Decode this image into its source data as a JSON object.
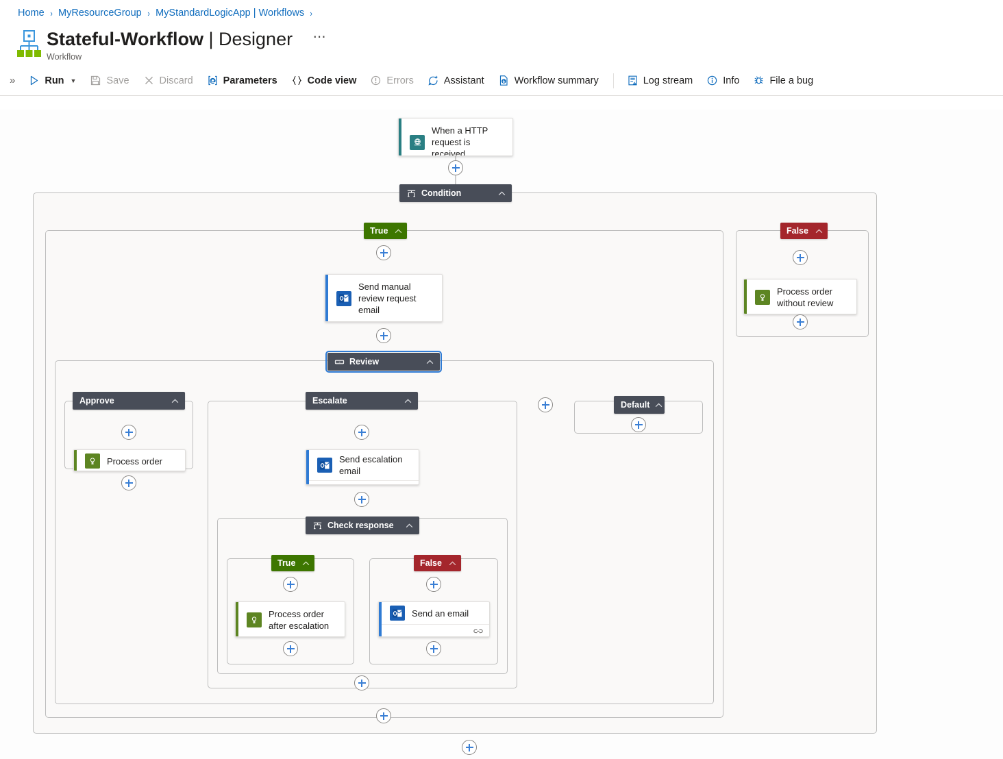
{
  "breadcrumb": {
    "items": [
      {
        "label": "Home"
      },
      {
        "label": "MyResourceGroup"
      },
      {
        "label": "MyStandardLogicApp | Workflows"
      }
    ],
    "separator": "›"
  },
  "header": {
    "title_name": "Stateful-Workflow",
    "title_sep": " | ",
    "title_page": "Designer",
    "ellipsis": "⋯",
    "subtitle": "Workflow",
    "icon": "logic-app-workflow-icon"
  },
  "toolbar": {
    "collapse_icon": "chevron-double-right-icon",
    "items": [
      {
        "label": "Run",
        "icon": "play-icon",
        "disabled": false,
        "caret": true
      },
      {
        "label": "Save",
        "icon": "save-icon",
        "disabled": true,
        "caret": false
      },
      {
        "label": "Discard",
        "icon": "discard-x-icon",
        "disabled": true,
        "caret": false
      },
      {
        "label": "Parameters",
        "icon": "parameters-at-icon",
        "disabled": false,
        "caret": false
      },
      {
        "label": "Code view",
        "icon": "code-braces-icon",
        "disabled": false,
        "caret": false
      },
      {
        "label": "Errors",
        "icon": "errors-alert-icon",
        "disabled": true,
        "caret": false
      },
      {
        "label": "Assistant",
        "icon": "assistant-sparkle-icon",
        "disabled": false,
        "caret": false
      },
      {
        "label": "Workflow summary",
        "icon": "workflow-summary-icon",
        "disabled": false,
        "caret": false
      }
    ],
    "items_right": [
      {
        "label": "Log stream",
        "icon": "log-stream-icon",
        "disabled": false
      },
      {
        "label": "Info",
        "icon": "info-circle-icon",
        "disabled": false
      },
      {
        "label": "File a bug",
        "icon": "bug-icon",
        "disabled": false
      }
    ]
  },
  "colors": {
    "accent_blue": "#0f6cbd",
    "plus_blue": "#3a7fd5",
    "scope_header": "#484d58",
    "badge_true": "#3d7600",
    "badge_false": "#a4262c",
    "trigger_teal": "#2a7f83",
    "outlook_blue": "#0f6cbd",
    "control_green": "#5d8522",
    "scope_bg": "#faf9f8",
    "scope_border": "#bdbdbd"
  },
  "canvas": {
    "trigger": {
      "label": "When a HTTP request is received",
      "icon": "http-request-trigger-icon",
      "accent": "#2a7f83",
      "icon_bg": "#2a7f83",
      "has_footer": false
    },
    "condition": {
      "label": "Condition",
      "icon": "condition-icon",
      "selected": false,
      "chevron": "chevron-up-icon"
    },
    "branch_true": {
      "label": "True",
      "color": "#3d7600",
      "chevron": "chevron-up-icon"
    },
    "branch_false": {
      "label": "False",
      "color": "#a4262c",
      "chevron": "chevron-up-icon"
    },
    "actions": {
      "send_manual_review": {
        "label": "Send manual review request email",
        "icon": "outlook-icon",
        "accent": "#2f7bd4",
        "icon_bg": "#1a5fb4",
        "has_footer": true,
        "footer_icon": "connection-link-icon"
      },
      "process_without_review": {
        "label": "Process order without review",
        "icon": "compose-icon",
        "accent": "#5d8522",
        "icon_bg": "#5d8522",
        "has_footer": false
      },
      "process_order": {
        "label": "Process order",
        "icon": "compose-icon",
        "accent": "#5d8522",
        "icon_bg": "#5d8522",
        "has_footer": false
      },
      "send_escalation_email": {
        "label": "Send escalation email",
        "icon": "outlook-icon",
        "accent": "#2f7bd4",
        "icon_bg": "#1a5fb4",
        "has_footer": true,
        "footer_icon": "connection-link-icon"
      },
      "process_after_escalation": {
        "label": "Process order after escalation",
        "icon": "compose-icon",
        "accent": "#5d8522",
        "icon_bg": "#5d8522",
        "has_footer": false
      },
      "send_an_email": {
        "label": "Send an email",
        "icon": "outlook-icon",
        "accent": "#2f7bd4",
        "icon_bg": "#1a5fb4",
        "has_footer": true,
        "footer_icon": "connection-link-icon"
      }
    },
    "switch": {
      "label": "Review",
      "icon": "switch-icon",
      "selected": true,
      "chevron": "chevron-up-icon",
      "cases": [
        {
          "label": "Approve",
          "chevron": "chevron-up-icon"
        },
        {
          "label": "Escalate",
          "chevron": "chevron-up-icon"
        },
        {
          "label": "Default",
          "chevron": "chevron-up-icon"
        }
      ]
    },
    "inner_condition": {
      "label": "Check response",
      "icon": "condition-icon",
      "chevron": "chevron-up-icon",
      "branch_true": {
        "label": "True",
        "color": "#3d7600"
      },
      "branch_false": {
        "label": "False",
        "color": "#a4262c"
      }
    },
    "add_button_label": "+"
  }
}
